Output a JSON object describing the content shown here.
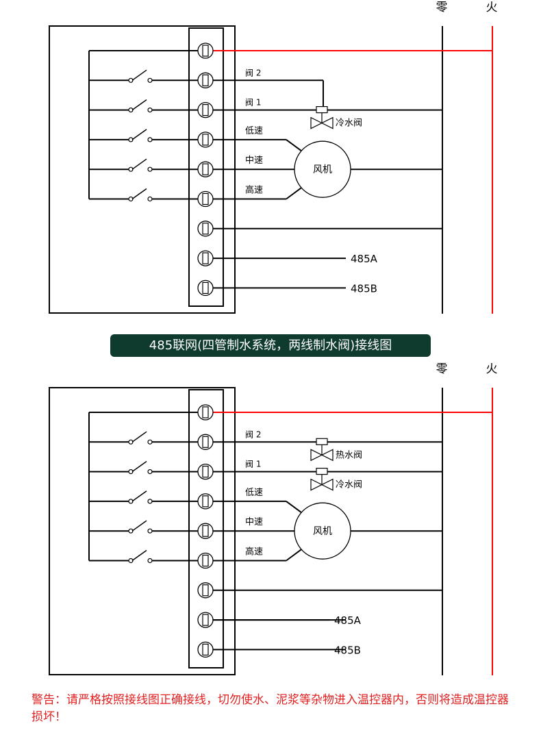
{
  "diagram1": {
    "neutral_label": "零",
    "live_label": "火",
    "valve2_label": "阀 2",
    "valve1_label": "阀 1",
    "cold_valve_label": "冷水阀",
    "low_speed_label": "低速",
    "mid_speed_label": "中速",
    "high_speed_label": "高速",
    "fan_label": "风机",
    "rs485a_label": "485A",
    "rs485b_label": "485B"
  },
  "banner": {
    "title": "485联网(四管制水系统，两线制水阀)接线图"
  },
  "diagram2": {
    "neutral_label": "零",
    "live_label": "火",
    "valve2_label": "阀 2",
    "valve1_label": "阀 1",
    "hot_valve_label": "热水阀",
    "cold_valve_label": "冷水阀",
    "low_speed_label": "低速",
    "mid_speed_label": "中速",
    "high_speed_label": "高速",
    "fan_label": "风机",
    "rs485a_label": "485A",
    "rs485b_label": "485B"
  },
  "warning": {
    "text": "警告：请严格按照接线图正确接线，切勿使水、泥浆等杂物进入温控器内，否则将造成温控器损坏！"
  },
  "colors": {
    "live": "#ff0000",
    "banner": "#0f3a2e",
    "warning": "#e02020",
    "line": "#000000"
  }
}
